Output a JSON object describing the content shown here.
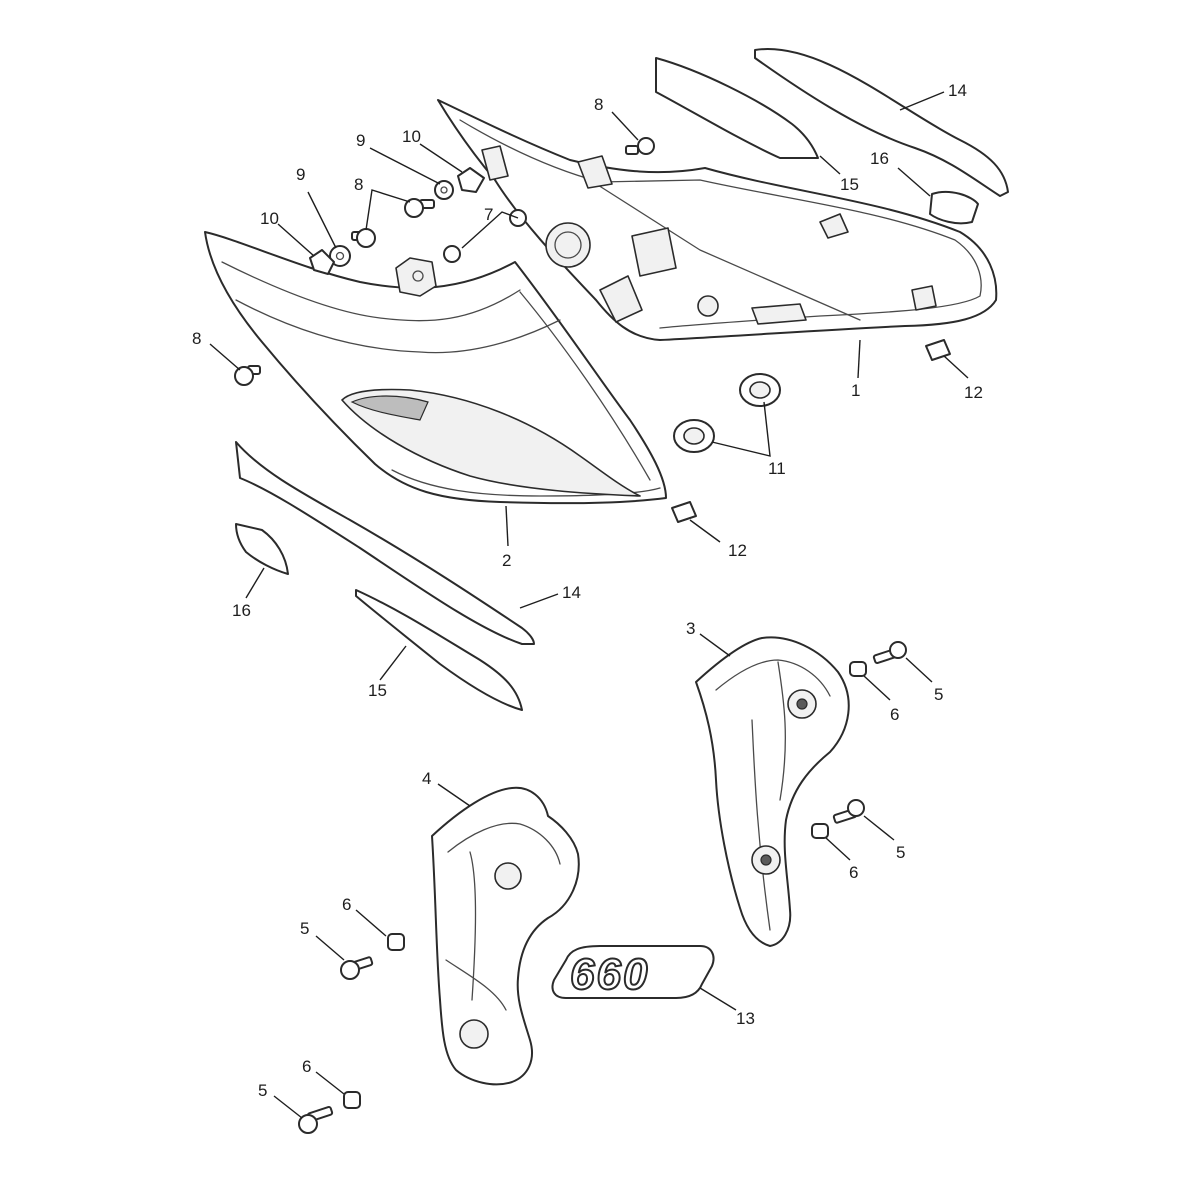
{
  "callouts": [
    {
      "id": "c1",
      "label": "1"
    },
    {
      "id": "c2",
      "label": "2"
    },
    {
      "id": "c3",
      "label": "3"
    },
    {
      "id": "c4",
      "label": "4"
    },
    {
      "id": "c5a",
      "label": "5"
    },
    {
      "id": "c5b",
      "label": "5"
    },
    {
      "id": "c5c",
      "label": "5"
    },
    {
      "id": "c5d",
      "label": "5"
    },
    {
      "id": "c6a",
      "label": "6"
    },
    {
      "id": "c6b",
      "label": "6"
    },
    {
      "id": "c6c",
      "label": "6"
    },
    {
      "id": "c6d",
      "label": "6"
    },
    {
      "id": "c7",
      "label": "7"
    },
    {
      "id": "c8a",
      "label": "8"
    },
    {
      "id": "c8b",
      "label": "8"
    },
    {
      "id": "c8c",
      "label": "8"
    },
    {
      "id": "c9a",
      "label": "9"
    },
    {
      "id": "c9b",
      "label": "9"
    },
    {
      "id": "c10a",
      "label": "10"
    },
    {
      "id": "c10b",
      "label": "10"
    },
    {
      "id": "c11",
      "label": "11"
    },
    {
      "id": "c12a",
      "label": "12"
    },
    {
      "id": "c12b",
      "label": "12"
    },
    {
      "id": "c13",
      "label": "13"
    },
    {
      "id": "c14a",
      "label": "14"
    },
    {
      "id": "c14b",
      "label": "14"
    },
    {
      "id": "c15a",
      "label": "15"
    },
    {
      "id": "c15b",
      "label": "15"
    },
    {
      "id": "c16a",
      "label": "16"
    },
    {
      "id": "c16b",
      "label": "16"
    }
  ],
  "badge": {
    "text": "660"
  }
}
